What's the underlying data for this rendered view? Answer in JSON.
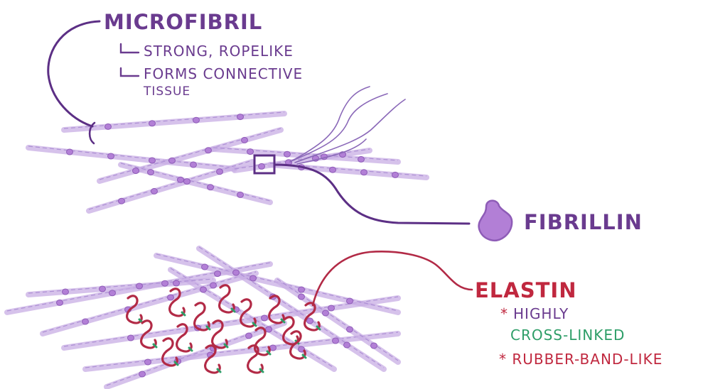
{
  "microfibril": {
    "title": "MICROFIBRIL",
    "point1": "STRONG, ROPELIKE",
    "point2_line1": "FORMS CONNECTIVE",
    "point2_line2": "TISSUE"
  },
  "fibrillin": {
    "title": "FIBRILLIN"
  },
  "elastin": {
    "title": "ELASTIN",
    "bullet1_marker": "*",
    "bullet1_line1": "HIGHLY",
    "bullet1_line2": "CROSS-LINKED",
    "bullet2": "* RUBBER-BAND-LIKE"
  },
  "colors": {
    "microfibril_strand": "#c8aee4",
    "strand_edge": "#a88bd2",
    "fibrillin_node": "#b27fd6",
    "label_purple": "#6a3b8f",
    "elastin_red": "#b22a46",
    "crosslink_green": "#2e9e68"
  }
}
